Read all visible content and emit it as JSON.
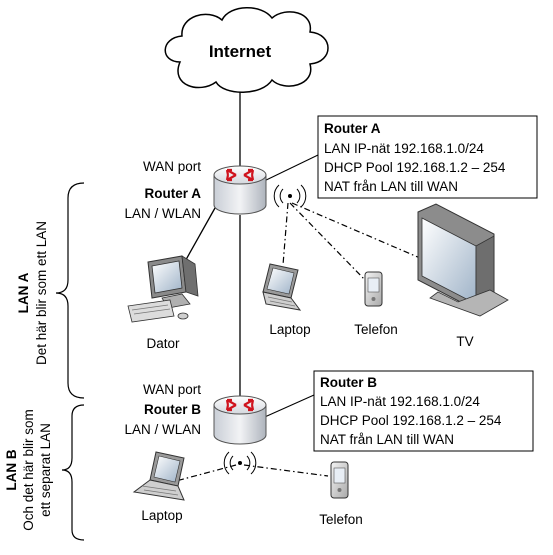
{
  "cloud": {
    "label": "Internet"
  },
  "router_a": {
    "side_labels": [
      "WAN port",
      "Router A",
      "LAN / WLAN"
    ],
    "info": {
      "title": "Router A",
      "lines": [
        "LAN IP-nät 192.168.1.0/24",
        "DHCP Pool 192.168.1.2 – 254",
        "NAT från LAN till WAN"
      ]
    }
  },
  "router_b": {
    "side_labels": [
      "WAN port",
      "Router B",
      "LAN / WLAN"
    ],
    "info": {
      "title": "Router B",
      "lines": [
        "LAN IP-nät 192.168.1.0/24",
        "DHCP Pool 192.168.1.2 – 254",
        "NAT från LAN till WAN"
      ]
    }
  },
  "devices": {
    "dator": "Dator",
    "laptop_a": "Laptop",
    "telefon_a": "Telefon",
    "tv": "TV",
    "laptop_b": "Laptop",
    "telefon_b": "Telefon"
  },
  "lan_a": {
    "title": "LAN A",
    "subtitle": "Det här blir som ett LAN"
  },
  "lan_b": {
    "title": "LAN B",
    "subtitle_lines": [
      "Och det här blir som",
      "ett separat LAN"
    ]
  }
}
